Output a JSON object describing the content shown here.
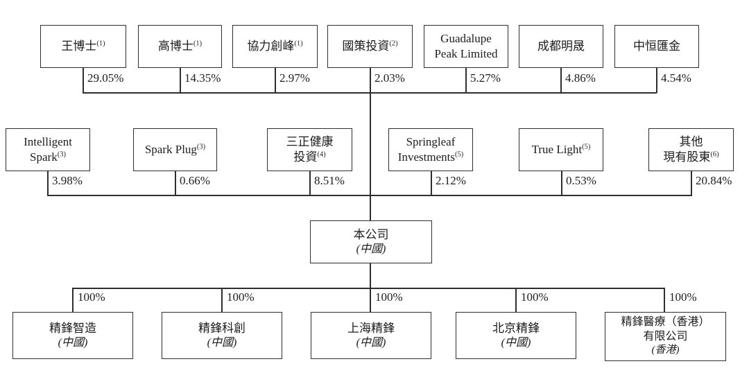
{
  "row1": [
    {
      "name": "王博士",
      "footnote": "(1)",
      "pct": "29.05%"
    },
    {
      "name": "高博士",
      "footnote": "(1)",
      "pct": "14.35%"
    },
    {
      "name": "協力創峰",
      "footnote": "(1)",
      "pct": "2.97%"
    },
    {
      "name": "國策投資",
      "footnote": "(2)",
      "pct": "2.03%"
    },
    {
      "line1": "Guadalupe",
      "line2": "Peak Limited",
      "pct": "5.27%"
    },
    {
      "name": "成都明晟",
      "pct": "4.86%"
    },
    {
      "name": "中恒匯金",
      "pct": "4.54%"
    }
  ],
  "row2": [
    {
      "line1": "Intelligent",
      "line2": "Spark",
      "footnote": "(3)",
      "pct": "3.98%"
    },
    {
      "name": "Spark Plug",
      "footnote": "(3)",
      "pct": "0.66%"
    },
    {
      "line1": "三正健康",
      "line2": "投資",
      "footnote": "(4)",
      "pct": "8.51%"
    },
    {
      "line1": "Springleaf",
      "line2": "Investments",
      "footnote": "(5)",
      "pct": "2.12%"
    },
    {
      "name": "True Light",
      "footnote": "(5)",
      "pct": "0.53%"
    },
    {
      "line1": "其他",
      "line2": "現有股東",
      "footnote": "(6)",
      "pct": "20.84%"
    }
  ],
  "company": {
    "name": "本公司",
    "jurisdiction": "(中國)"
  },
  "subsidiaries": [
    {
      "name": "精鋒智造",
      "jurisdiction": "(中國)",
      "pct": "100%"
    },
    {
      "name": "精鋒科創",
      "jurisdiction": "(中國)",
      "pct": "100%"
    },
    {
      "name": "上海精鋒",
      "jurisdiction": "(中國)",
      "pct": "100%"
    },
    {
      "name": "北京精鋒",
      "jurisdiction": "(中國)",
      "pct": "100%"
    },
    {
      "line1": "精鋒醫療（香港）",
      "line2": "有限公司",
      "jurisdiction": "(香港)",
      "pct": "100%"
    }
  ]
}
